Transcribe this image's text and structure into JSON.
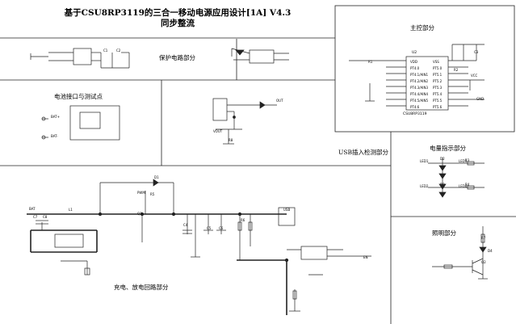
{
  "title": {
    "line1": "基于CSU8RP3119的三合一移动电源应用设计[1A]  V4.3",
    "line2": "同步整流"
  },
  "sections": {
    "protection": "保护电路部分",
    "battery_interface": "电池接口与测试点",
    "usb_detect": "USB插入检测部分",
    "main_control": "主控部分",
    "power_indicator": "电量指示部分",
    "lighting": "照明部分",
    "charge_discharge": "充电、放电回路部分"
  },
  "components": {
    "u2": "U2",
    "mcu": "CSU8RP3119",
    "mcu_pins_left": [
      "VDD",
      "PT4.0",
      "PT4.1/AIN1",
      "PT4.2/AIN2",
      "PT4.3/AIN3",
      "PT4.4/AIN4",
      "PT4.5/AIN5",
      "PT4.6"
    ],
    "mcu_pins_right": [
      "VSS",
      "PT5.0",
      "PT5.1",
      "PT5.2",
      "PT5.3",
      "PT5.4",
      "PT5.5",
      "PT5.6"
    ],
    "net_labels": [
      "OUT",
      "BAT",
      "BAT+",
      "BAT-",
      "VOUT",
      "PWM",
      "LED1",
      "LED2",
      "LED3",
      "LED4",
      "VCC",
      "GND",
      "EN"
    ],
    "parts": [
      "C1",
      "C2",
      "C3",
      "C4",
      "C5",
      "C6",
      "C7",
      "C8",
      "R1",
      "R2",
      "R3",
      "R4",
      "R5",
      "R6",
      "R7",
      "R8",
      "D1",
      "D2",
      "D3",
      "D4",
      "L1",
      "Q1",
      "Q2",
      "USB"
    ]
  }
}
